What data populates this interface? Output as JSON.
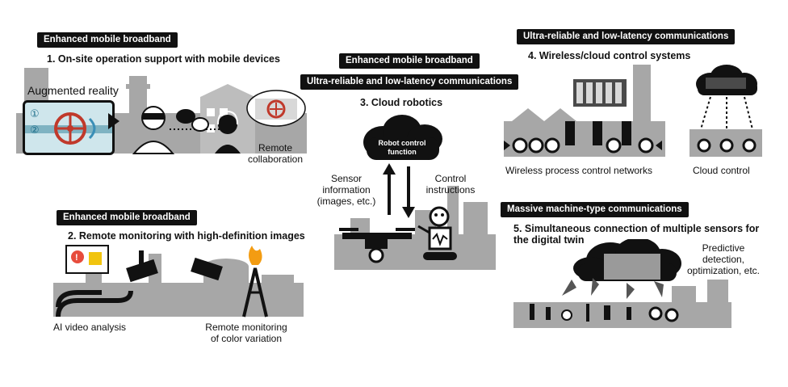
{
  "section1": {
    "tag": "Enhanced mobile broadband",
    "title": "1. On-site operation support with mobile devices",
    "ar_label": "Augmented reality",
    "marker_1": "①",
    "marker_2": "②",
    "remote_label_line1": "Remote",
    "remote_label_line2": "collaboration"
  },
  "section2": {
    "tag": "Enhanced mobile broadband",
    "title": "2. Remote monitoring with high-definition images",
    "ai_label": "AI video analysis",
    "color_label_line1": "Remote monitoring",
    "color_label_line2": "of color variation"
  },
  "section3": {
    "tag1": "Enhanced mobile broadband",
    "tag2": "Ultra-reliable and low-latency communications",
    "title": "3. Cloud robotics",
    "cloud_text_line1": "Robot control",
    "cloud_text_line2": "function",
    "sensor_line1": "Sensor",
    "sensor_line2": "information",
    "sensor_line3": "(images, etc.)",
    "control_line1": "Control",
    "control_line2": "instructions"
  },
  "section4": {
    "tag": "Ultra-reliable and low-latency communications",
    "title": "4. Wireless/cloud control systems",
    "wireless_label": "Wireless process control networks",
    "cloud_label": "Cloud control"
  },
  "section5": {
    "tag": "Massive machine-type communications",
    "title_line1": "5. Simultaneous connection of multiple sensors for",
    "title_line2": "the digital twin",
    "predict_line1": "Predictive",
    "predict_line2": "detection,",
    "predict_line3": "optimization, etc."
  },
  "colors": {
    "tag_bg": "#111111",
    "plant_gray": "#a7a7a7",
    "dark_gray": "#4a4a4a",
    "ar_blue": "#cfe6ec",
    "valve_red": "#c0392b",
    "flame_orange": "#f39c12"
  }
}
